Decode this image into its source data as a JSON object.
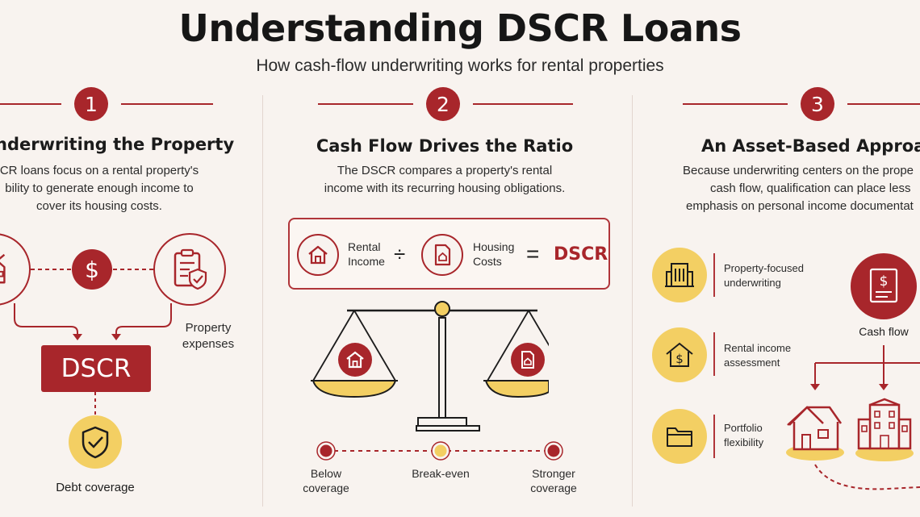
{
  "header": {
    "title": "Understanding DSCR Loans",
    "subtitle": "How cash-flow underwriting works for rental properties"
  },
  "sections": [
    {
      "number": "1",
      "title": "nderwriting the Property",
      "desc_lines": [
        "CR loans focus on a rental property's",
        "bility to generate enough income to",
        "cover its housing costs."
      ],
      "property_expenses_lines": [
        "Property",
        "expenses"
      ],
      "dscr_box": "DSCR",
      "debt_coverage": "Debt coverage"
    },
    {
      "number": "2",
      "title": "Cash Flow Drives the Ratio",
      "desc_lines": [
        "The DSCR compares a property's rental",
        "income with its recurring housing obligations."
      ],
      "formula": {
        "rental_lines": [
          "Rental",
          "Income"
        ],
        "divide": "÷",
        "housing_lines": [
          "Housing",
          "Costs"
        ],
        "equals": "=",
        "result": "DSCR"
      },
      "scale_labels": [
        {
          "lines": [
            "Below",
            "coverage"
          ],
          "color": "#a8262b"
        },
        {
          "lines": [
            "Break-even",
            ""
          ],
          "color": "#f3cf63"
        },
        {
          "lines": [
            "Stronger",
            "coverage"
          ],
          "color": "#a8262b"
        }
      ]
    },
    {
      "number": "3",
      "title": "An Asset-Based Approach",
      "desc_lines": [
        "Because underwriting centers on the prope",
        "cash flow, qualification can place less",
        "emphasis on personal income documentat"
      ],
      "features": [
        {
          "icon": "building-icon",
          "lines": [
            "Property-focused",
            "underwriting"
          ]
        },
        {
          "icon": "house-dollar-icon",
          "lines": [
            "Rental income",
            "assessment"
          ]
        },
        {
          "icon": "folder-icon",
          "lines": [
            "Portfolio",
            "flexibility"
          ]
        }
      ],
      "cash_flow": "Cash flow"
    }
  ],
  "colors": {
    "accent": "#a8262b",
    "gold": "#f3cf63",
    "background": "#f8f3ef"
  }
}
